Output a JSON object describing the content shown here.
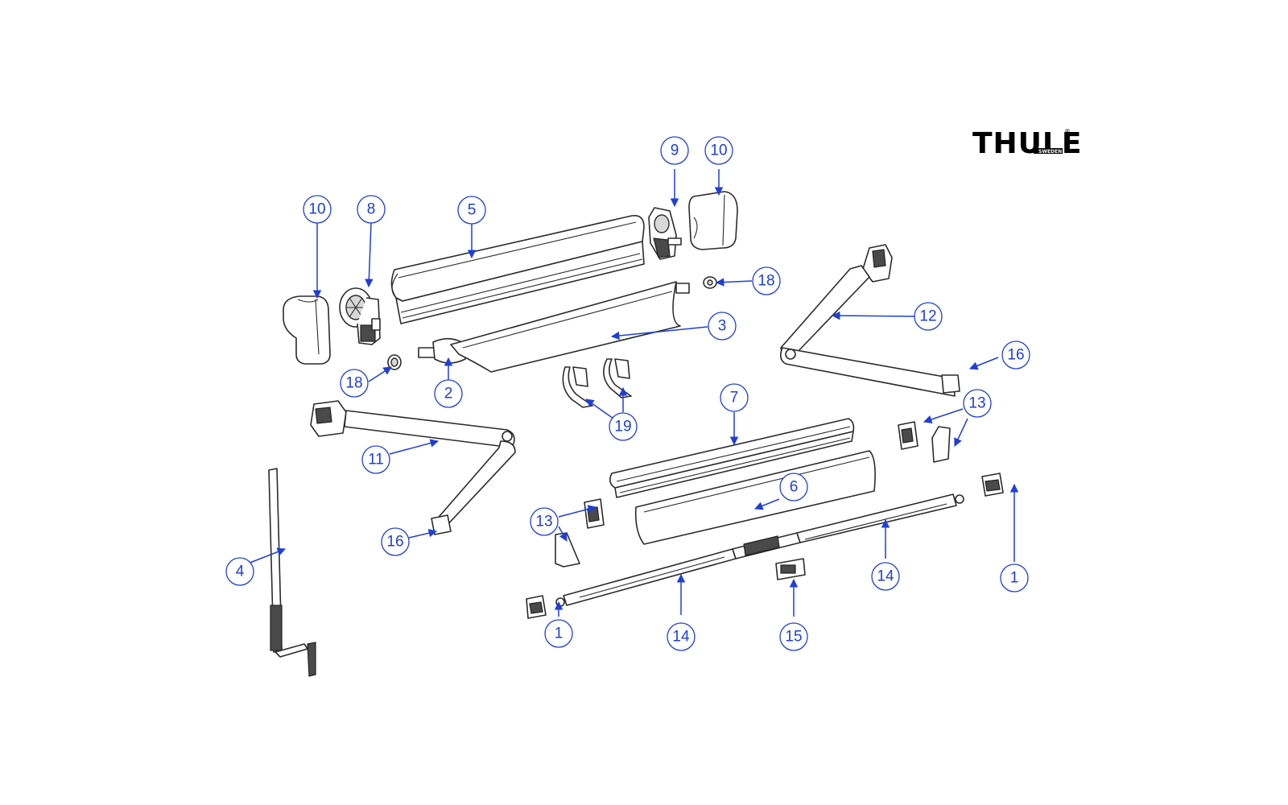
{
  "brand": {
    "name": "THULE",
    "sub": "SWEDEN",
    "registered_mark": "®"
  },
  "callouts": {
    "c1a": "1",
    "c1b": "1",
    "c2": "2",
    "c3": "3",
    "c4": "4",
    "c5": "5",
    "c6": "6",
    "c7": "7",
    "c8": "8",
    "c9": "9",
    "c10a": "10",
    "c10b": "10",
    "c11": "11",
    "c12": "12",
    "c13a": "13",
    "c13b": "13",
    "c14a": "14",
    "c14b": "14",
    "c15": "15",
    "c16a": "16",
    "c16b": "16",
    "c18a": "18",
    "c18b": "18",
    "c19": "19"
  },
  "colors": {
    "callout": "#1f3fd6",
    "line": "#2b2b2b"
  }
}
